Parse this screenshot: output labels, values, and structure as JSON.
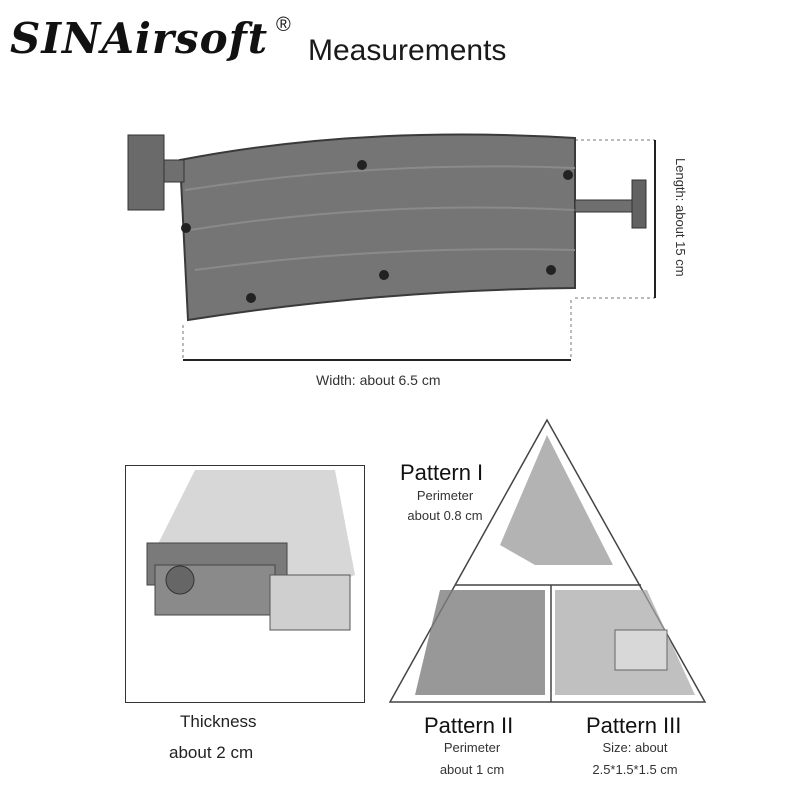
{
  "brand": {
    "logo_text": "SINAirsoft",
    "registered_mark": "®"
  },
  "page_title": "Measurements",
  "top_view": {
    "length_label": "Length: about 15 cm",
    "width_label": "Width: about 6.5 cm"
  },
  "thickness": {
    "label": "Thickness",
    "value": "about 2 cm"
  },
  "patterns": [
    {
      "name": "Pattern I",
      "desc1": "Perimeter",
      "desc2": "about 0.8 cm"
    },
    {
      "name": "Pattern II",
      "desc1": "Perimeter",
      "desc2": "about 1 cm"
    },
    {
      "name": "Pattern III",
      "desc1": "Size: about",
      "desc2": "2.5*1.5*1.5 cm"
    }
  ]
}
